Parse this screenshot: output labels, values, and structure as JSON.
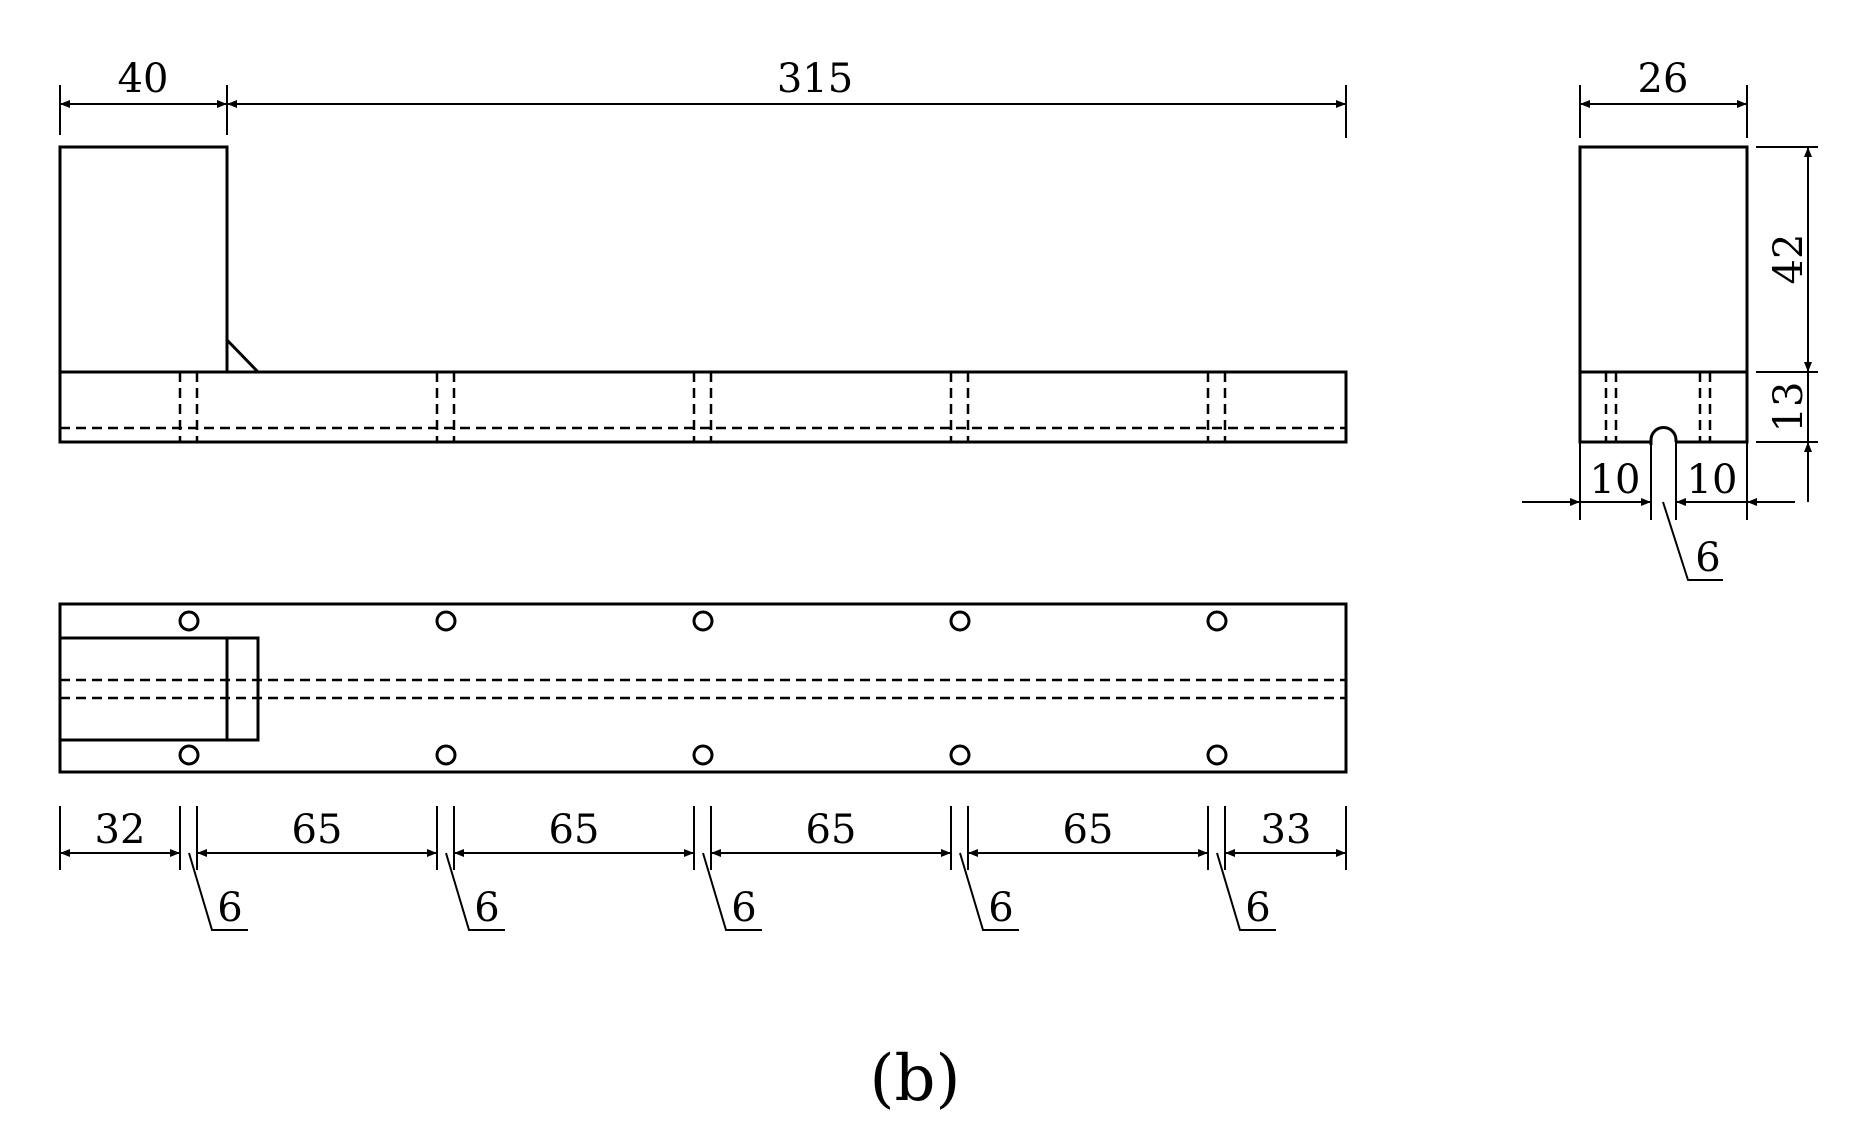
{
  "figure": {
    "caption": "(b)",
    "line_color": "#000000",
    "background": "#ffffff"
  },
  "side_view": {
    "dim_base_length": "40",
    "dim_total_length": "315"
  },
  "end_view": {
    "dim_width": "26",
    "dim_block_height": "42",
    "dim_base_height": "13",
    "dim_left_offset": "10",
    "dim_right_offset": "10",
    "dim_slot_width": "6"
  },
  "top_view": {
    "dim_spacings": [
      "32",
      "65",
      "65",
      "65",
      "65",
      "33"
    ],
    "dim_hole_widths": [
      "6",
      "6",
      "6",
      "6",
      "6"
    ]
  }
}
